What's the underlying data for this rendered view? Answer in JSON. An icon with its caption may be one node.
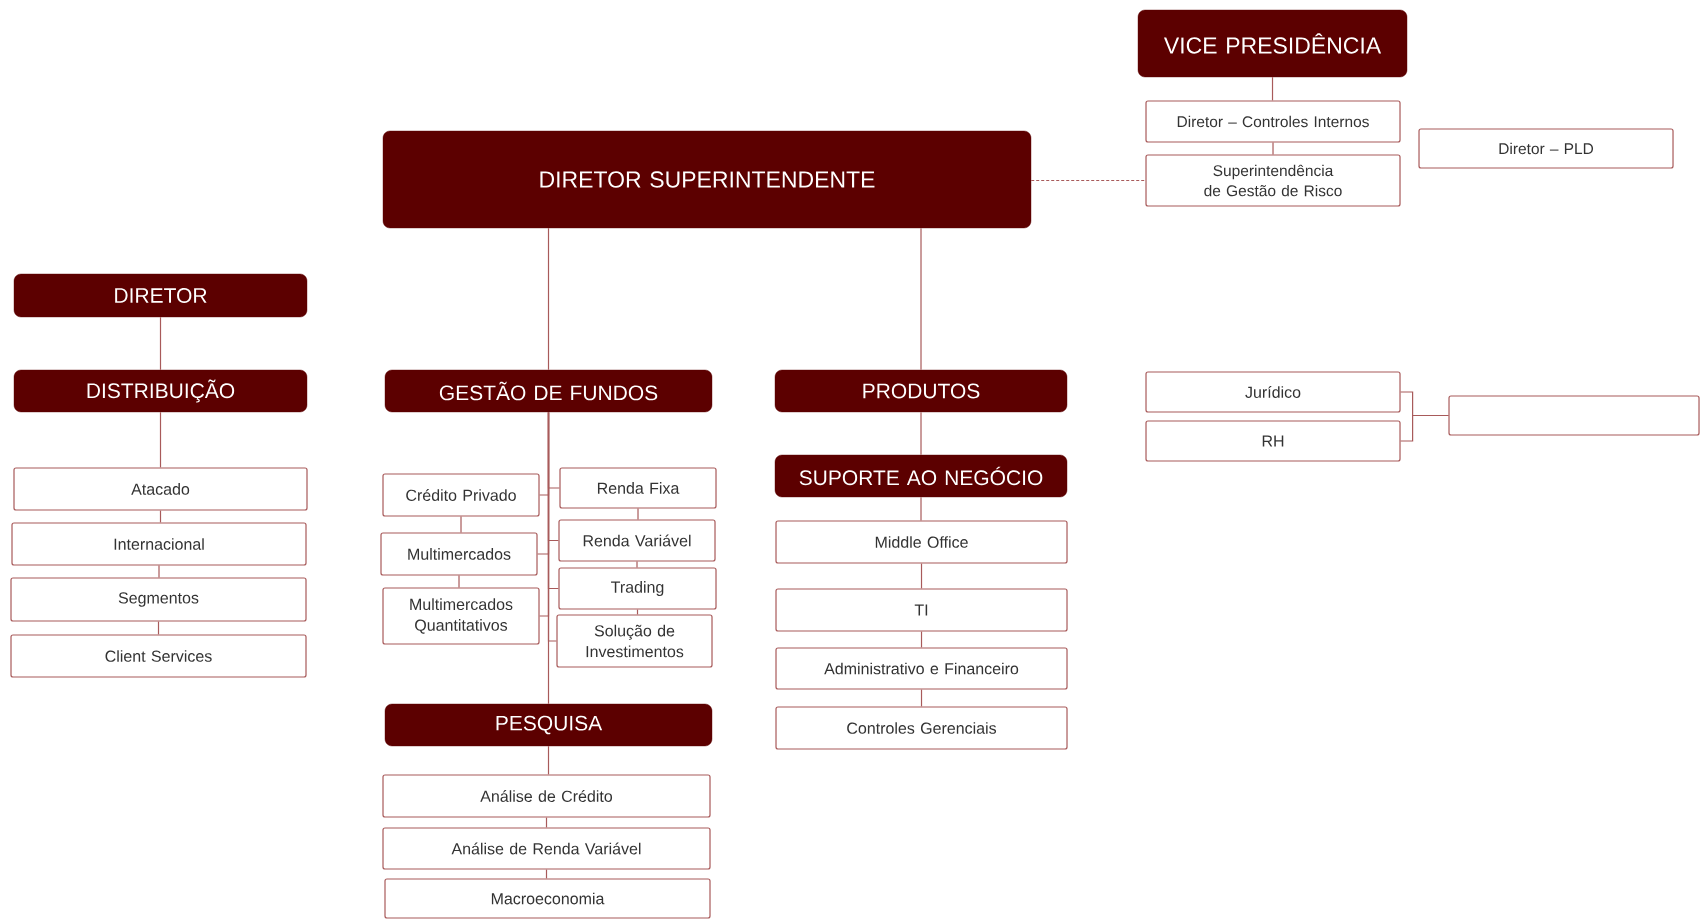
{
  "diagram": {
    "nodes": [
      {
        "text": [
          "VICE PRESIDÊNCIA"
        ]
      },
      {
        "text": [
          "Diretor – Controles Internos"
        ]
      },
      {
        "text": [
          "Superintendência de Gestão de Risco"
        ]
      },
      {
        "text": [
          "Diretor – PLD"
        ]
      },
      {
        "text": [
          "DIRETOR SUPERINTENDENTE"
        ]
      },
      {
        "text": [
          "DIRETOR"
        ]
      },
      {
        "text": [
          "DISTRIBUIÇÃO"
        ]
      },
      {
        "text": [
          "Atacado"
        ]
      },
      {
        "text": [
          "Internacional"
        ]
      },
      {
        "text": [
          "Segmentos"
        ]
      },
      {
        "text": [
          "Client Services"
        ]
      },
      {
        "text": [
          "GESTÃO DE FUNDOS"
        ]
      },
      {
        "text": [
          "Crédito Privado"
        ]
      },
      {
        "text": [
          "Multimercados"
        ]
      },
      {
        "text": [
          "Multimercados Quantitativos"
        ]
      },
      {
        "text": [
          "Renda Fixa"
        ]
      },
      {
        "text": [
          "Renda Variável"
        ]
      },
      {
        "text": [
          "Trading"
        ]
      },
      {
        "text": [
          "Solução de Investimentos"
        ]
      },
      {
        "text": [
          "PESQUISA"
        ]
      },
      {
        "text": [
          "Análise de Crédito"
        ]
      },
      {
        "text": [
          "Análise de Renda Variável"
        ]
      },
      {
        "text": [
          "Macroeconomia"
        ]
      },
      {
        "text": [
          "PRODUTOS"
        ]
      },
      {
        "text": [
          "SUPORTE AO NEGÓCIO"
        ]
      },
      {
        "text": [
          "Middle Office"
        ]
      },
      {
        "text": [
          "TI"
        ]
      },
      {
        "text": [
          "Administrativo e Financeiro"
        ]
      },
      {
        "text": [
          "Controles Gerenciais"
        ]
      },
      {
        "text": [
          "Jurídico"
        ]
      },
      {
        "text": [
          "RH"
        ]
      },
      {
        "text": [],
        "shape": "box"
      }
    ],
    "edges": [
      {
        "from": 0,
        "to": 1,
        "arrow": "none"
      },
      {
        "from": 1,
        "to": 2,
        "arrow": "none"
      },
      {
        "from": 4,
        "to": 2,
        "arrow": "none",
        "style": "dashed"
      },
      {
        "from": 5,
        "to": 6,
        "arrow": "none"
      },
      {
        "from": 6,
        "to": 7,
        "arrow": "none"
      },
      {
        "from": 7,
        "to": 8,
        "arrow": "none"
      },
      {
        "from": 8,
        "to": 9,
        "arrow": "none"
      },
      {
        "from": 9,
        "to": 10,
        "arrow": "none"
      },
      {
        "from": 4,
        "to": 11,
        "arrow": "none"
      },
      {
        "from": 11,
        "to": 12,
        "arrow": "none"
      },
      {
        "from": 11,
        "to": 15,
        "arrow": "none"
      },
      {
        "from": 11,
        "to": 13,
        "arrow": "none"
      },
      {
        "from": 11,
        "to": 16,
        "arrow": "none"
      },
      {
        "from": 11,
        "to": 14,
        "arrow": "none"
      },
      {
        "from": 11,
        "to": 17,
        "arrow": "none"
      },
      {
        "from": 11,
        "to": 18,
        "arrow": "none"
      },
      {
        "from": 12,
        "to": 13,
        "arrow": "none"
      },
      {
        "from": 13,
        "to": 14,
        "arrow": "none"
      },
      {
        "from": 15,
        "to": 16,
        "arrow": "none"
      },
      {
        "from": 16,
        "to": 17,
        "arrow": "none"
      },
      {
        "from": 17,
        "to": 18,
        "arrow": "none"
      },
      {
        "from": 11,
        "to": 19,
        "arrow": "none"
      },
      {
        "from": 19,
        "to": 20,
        "arrow": "none"
      },
      {
        "from": 20,
        "to": 21,
        "arrow": "none"
      },
      {
        "from": 21,
        "to": 22,
        "arrow": "none"
      },
      {
        "from": 4,
        "to": 23,
        "arrow": "none"
      },
      {
        "from": 23,
        "to": 24,
        "arrow": "none"
      },
      {
        "from": 24,
        "to": 25,
        "arrow": "none"
      },
      {
        "from": 25,
        "to": 26,
        "arrow": "none"
      },
      {
        "from": 26,
        "to": 27,
        "arrow": "none"
      },
      {
        "from": 27,
        "to": 28,
        "arrow": "none"
      },
      {
        "from": 29,
        "to": 31,
        "arrow": "none"
      },
      {
        "from": 30,
        "to": 31,
        "arrow": "none"
      }
    ]
  }
}
